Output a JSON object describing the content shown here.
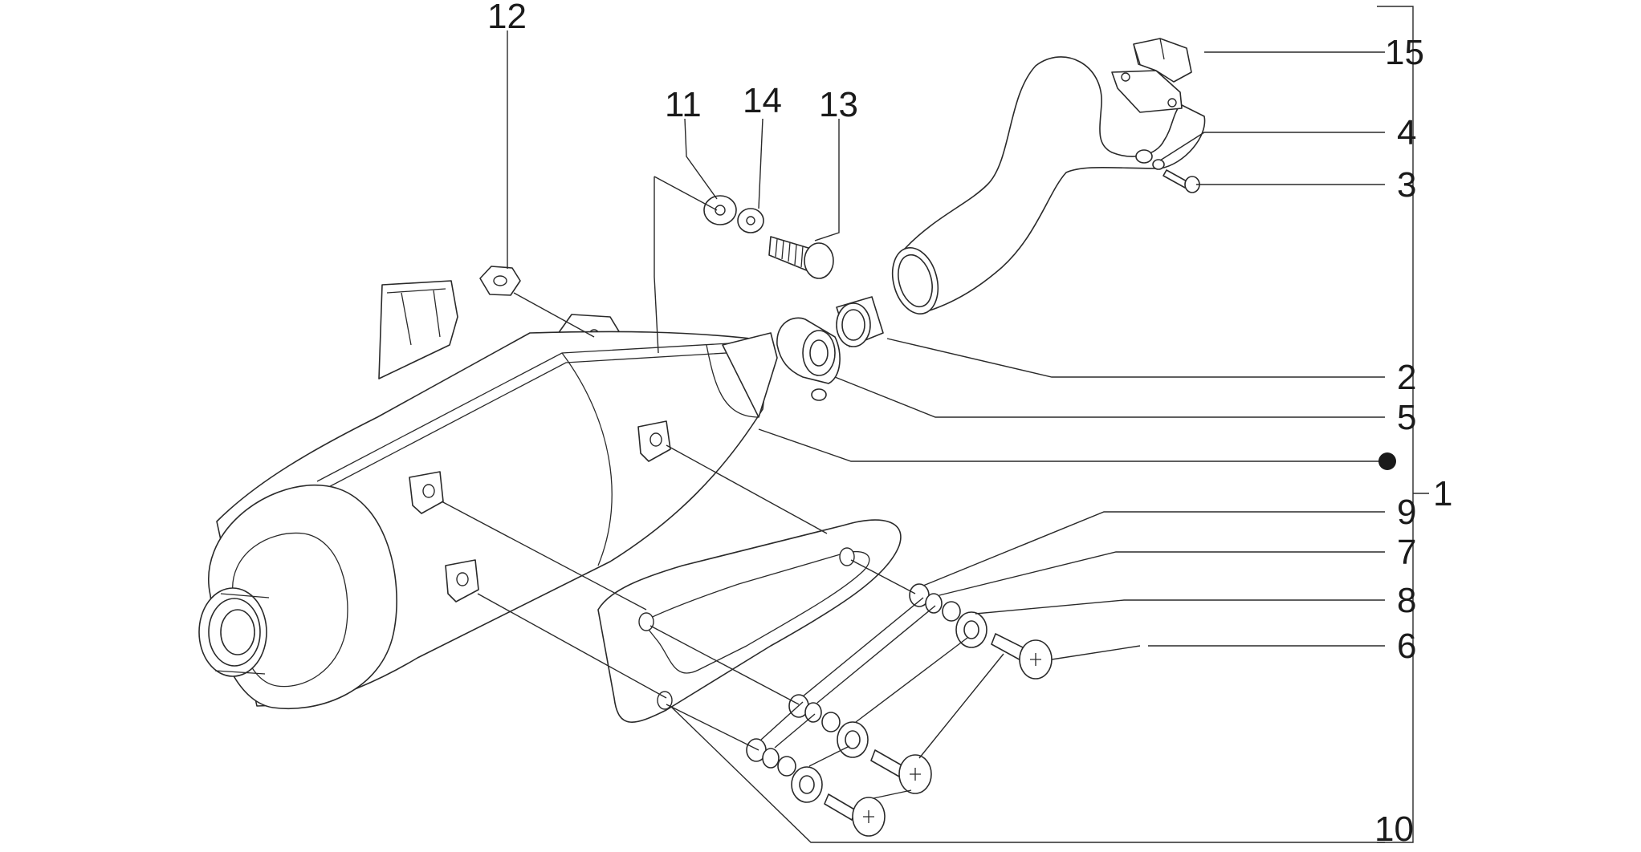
{
  "callouts": {
    "c1": "1",
    "c2": "2",
    "c3": "3",
    "c4": "4",
    "c5": "5",
    "c6": "6",
    "c7": "7",
    "c8": "8",
    "c9": "9",
    "c10": "10",
    "c11": "11",
    "c12": "12",
    "c13": "13",
    "c14": "14",
    "c15": "15"
  },
  "colors": {
    "line": "#2a2a2a",
    "text": "#1a1a1a",
    "background": "#ffffff"
  }
}
